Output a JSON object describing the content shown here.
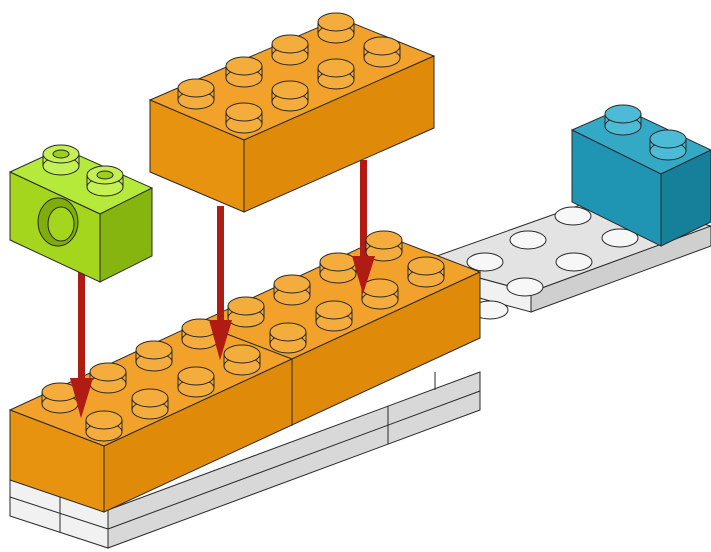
{
  "diagram": {
    "colors": {
      "background": "#ffffff",
      "orange_top": "#f2a22a",
      "orange_front": "#e89310",
      "orange_side": "#cf7d06",
      "green_top": "#b6ea3a",
      "green_front": "#a3d61c",
      "green_side": "#86b510",
      "blue_top": "#33a9c6",
      "blue_front": "#1f95b3",
      "blue_side": "#167f99",
      "grey_top": "#e3e3e3",
      "grey_front": "#f1f1f1",
      "grey_side": "#cfcfcf",
      "arrow": "#b01c14",
      "outline": "#2a2a2a"
    },
    "pieces": [
      {
        "name": "base-plate-gray",
        "icon": "gray-plate-brick"
      },
      {
        "name": "orange-brick-2x4-placed",
        "icon": "orange-brick"
      },
      {
        "name": "orange-brick-2x4-falling",
        "icon": "orange-brick"
      },
      {
        "name": "green-technic-brick-1x2",
        "icon": "green-technic-brick"
      },
      {
        "name": "blue-brick-1x2",
        "icon": "blue-brick"
      }
    ],
    "arrows": [
      {
        "name": "arrow-green-down"
      },
      {
        "name": "arrow-orange-left-down"
      },
      {
        "name": "arrow-orange-right-down"
      }
    ]
  }
}
